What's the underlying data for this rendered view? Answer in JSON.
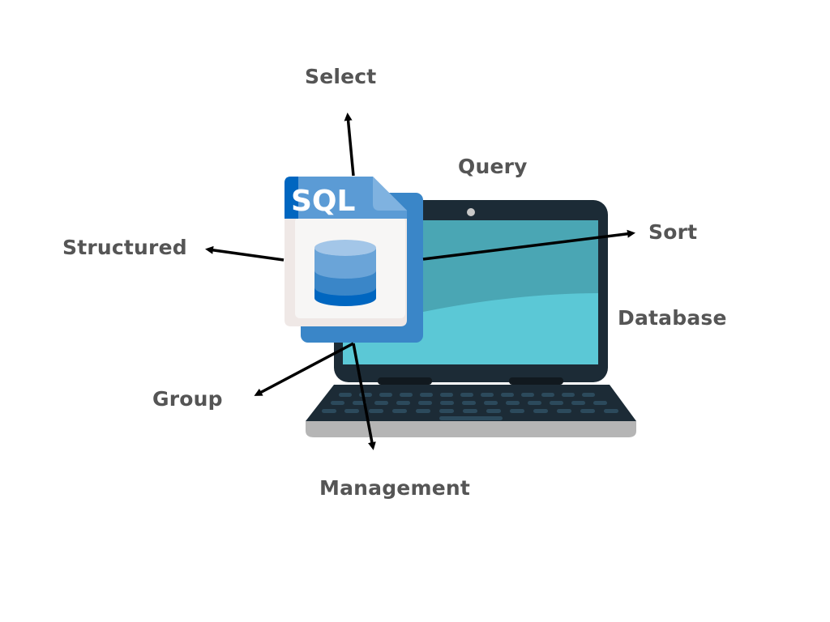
{
  "diagram": {
    "center_icon": {
      "text": "SQL",
      "icon": "sql-file-database-icon"
    },
    "device": {
      "icon": "laptop-icon"
    },
    "colors": {
      "label": "#555555",
      "arrow": "#000000",
      "file_blue": "#3a86c8",
      "file_header": "#5b9bd5",
      "screen": "#5bc8d6",
      "screen_dark": "#4aa6b4",
      "laptop_frame": "#1c2b36",
      "keyboard_key": "#2c4a5c",
      "base": "#b5b5b5"
    },
    "labels": {
      "select": "Select",
      "query": "Query",
      "structured": "Structured",
      "sort": "Sort",
      "database": "Database",
      "group": "Group",
      "management": "Management"
    }
  }
}
